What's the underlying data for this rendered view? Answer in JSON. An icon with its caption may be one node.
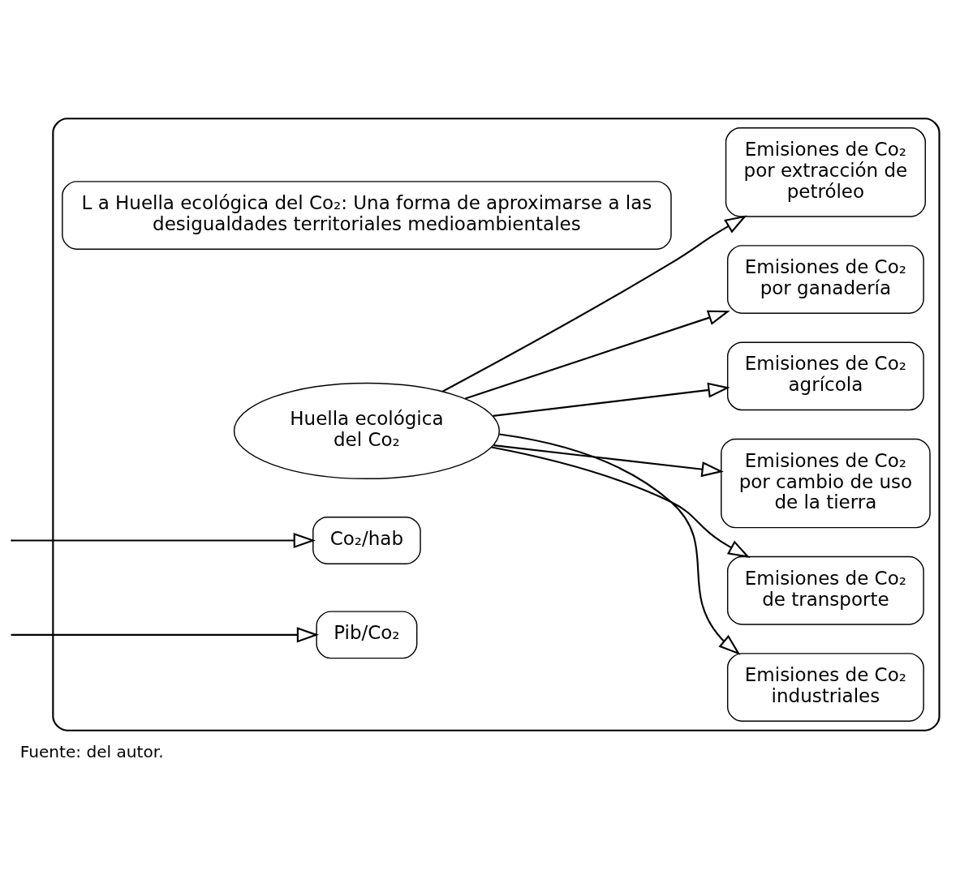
{
  "diagram": {
    "caption": "Fuente: del autor.",
    "nodes": [
      {
        "text": [],
        "shape": "box"
      },
      {
        "text": [
          "L a Huella ecológica del Co₂: Una forma de aproximarse a las desigualdades territoriales medioambientales"
        ],
        "in": 0
      },
      {
        "text": [
          "Emisiones de Co₂ industriales"
        ],
        "in": 0
      },
      {
        "text": [
          "Emisiones de Co₂ de transporte"
        ],
        "in": 0
      },
      {
        "text": [
          "Emisiones de Co₂ por cambio de uso de la tierra"
        ],
        "in": 0
      },
      {
        "text": [
          "Huella ecológica del Co₂"
        ],
        "in": 0
      },
      {
        "text": [
          "Emisiones de Co₂ agrícola"
        ],
        "in": 0
      },
      {
        "text": [
          "Emisiones de Co₂ por ganadería"
        ],
        "in": 0
      },
      {
        "text": [
          "Emisiones de Co₂ por extracción de petróleo"
        ],
        "in": 0
      },
      {
        "text": [
          "Co₂/hab"
        ],
        "in": 0
      },
      {
        "text": [
          "Pib/Co₂"
        ],
        "in": 0
      }
    ],
    "edges": [
      {
        "from": 5,
        "to": 2,
        "arrow": "to"
      },
      {
        "from": 5,
        "to": 3,
        "arrow": "to"
      },
      {
        "from": 5,
        "to": 4,
        "arrow": "to"
      },
      {
        "from": 5,
        "to": 6,
        "arrow": "to"
      },
      {
        "from": 5,
        "to": 7,
        "arrow": "to"
      },
      {
        "from": 5,
        "to": 8,
        "arrow": "to"
      },
      {
        "from": null,
        "to": 9,
        "arrow": "to"
      },
      {
        "from": null,
        "to": 10,
        "arrow": "to"
      }
    ]
  }
}
